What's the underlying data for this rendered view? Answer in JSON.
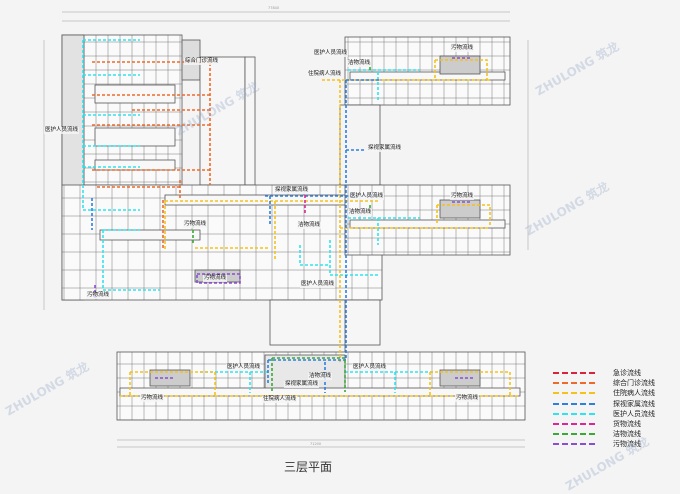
{
  "title": "三层平面",
  "labels": {
    "outpatient": "综合门诊流线",
    "staff": "医护人员流线",
    "inpatient": "住院病人流线",
    "visitor": "探视家属流线",
    "clean": "洁物流线",
    "dirty": "污物流线"
  },
  "legend": [
    {
      "label": "急诊流线",
      "color": "#d9233c"
    },
    {
      "label": "综合门诊流线",
      "color": "#ee6a2b"
    },
    {
      "label": "住院病人流线",
      "color": "#f5c21b"
    },
    {
      "label": "探视家属流线",
      "color": "#2d7fe0"
    },
    {
      "label": "医护人员流线",
      "color": "#2fe4ef"
    },
    {
      "label": "货物流线",
      "color": "#e0259b"
    },
    {
      "label": "洁物流线",
      "color": "#3aa935"
    },
    {
      "label": "污物流线",
      "color": "#8a4fd1"
    }
  ],
  "dimensions": {
    "top_total": "77840",
    "bottom_total": "71200"
  },
  "watermark": "ZHULONG 筑龙"
}
